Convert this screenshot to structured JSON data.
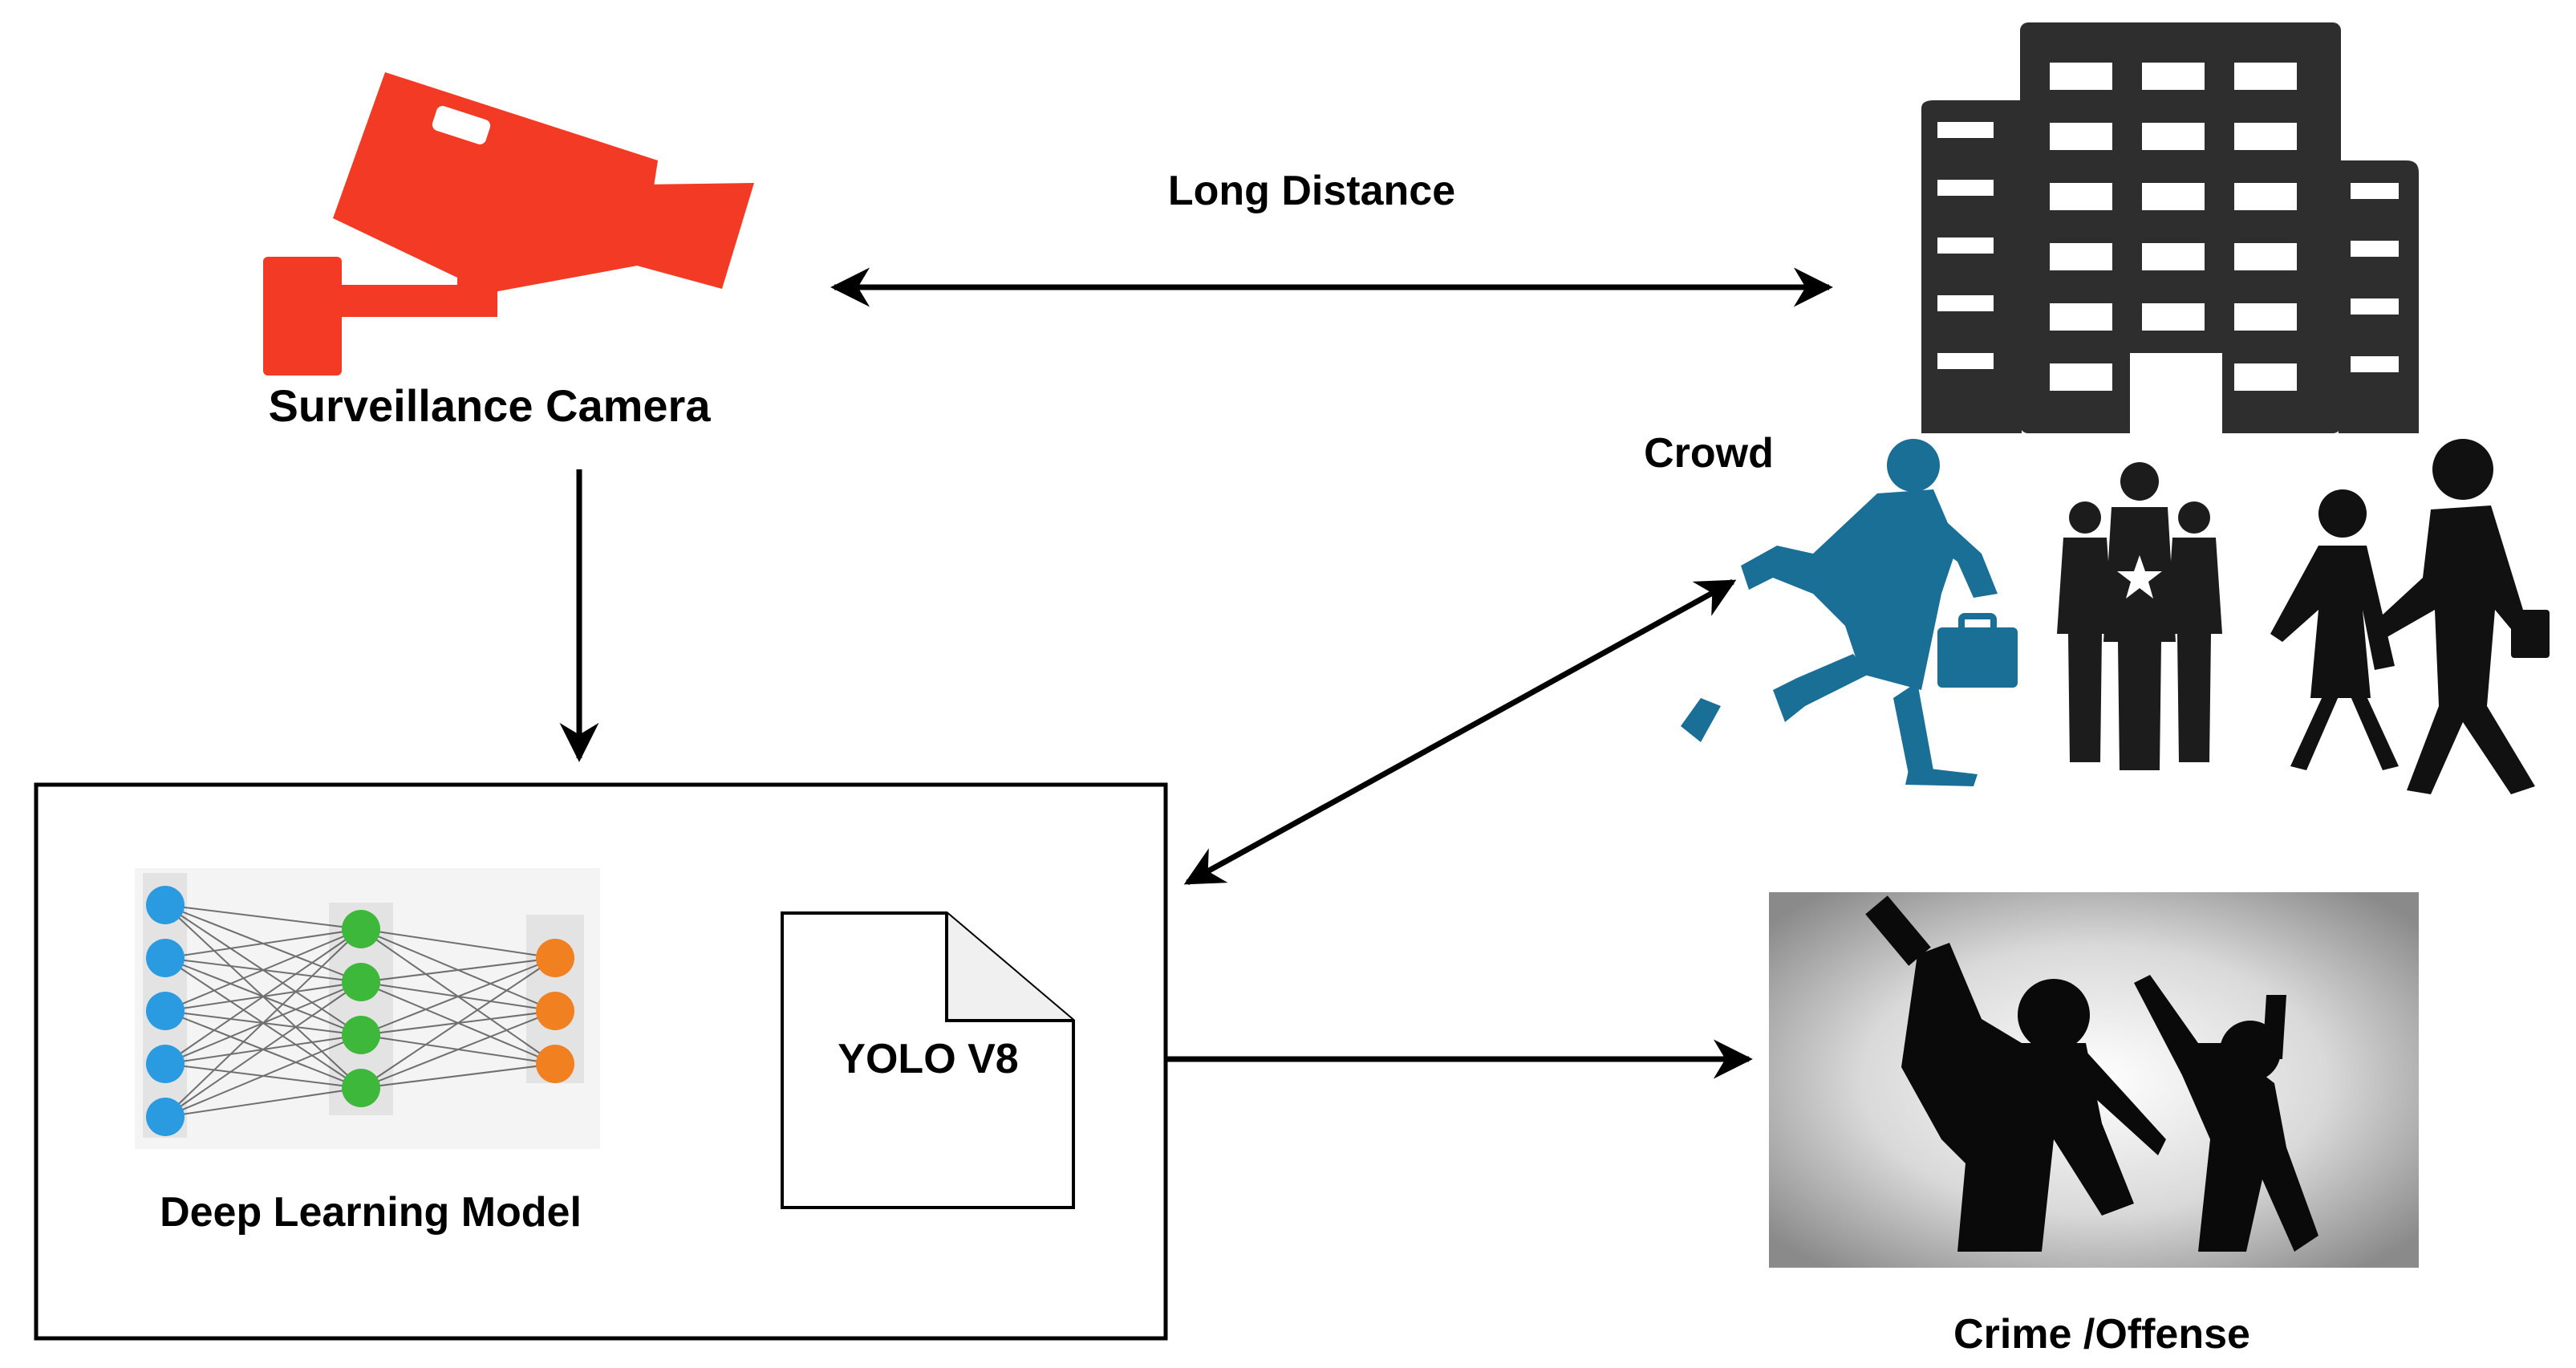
{
  "labels": {
    "camera": "Surveillance Camera",
    "distance": "Long Distance",
    "crowd": "Crowd",
    "model": "Deep Learning Model",
    "yolo": "YOLO V8",
    "crime": "Crime /Offense"
  },
  "colors": {
    "camera": "#f23a24",
    "building": "#2e2e2e",
    "runner": "#1a6f96",
    "silhouette": "#111111",
    "input_nodes": "#2a9be0",
    "hidden_nodes": "#3db83a",
    "output_nodes": "#f08020"
  },
  "icons": {
    "camera": "surveillance-camera-icon",
    "building": "building-icon",
    "runner": "running-man-icon",
    "group": "people-group-icon",
    "crime": "crime-scene-image",
    "network": "neural-network-icon",
    "document": "document-icon"
  },
  "network": {
    "layers": [
      5,
      4,
      3
    ]
  }
}
